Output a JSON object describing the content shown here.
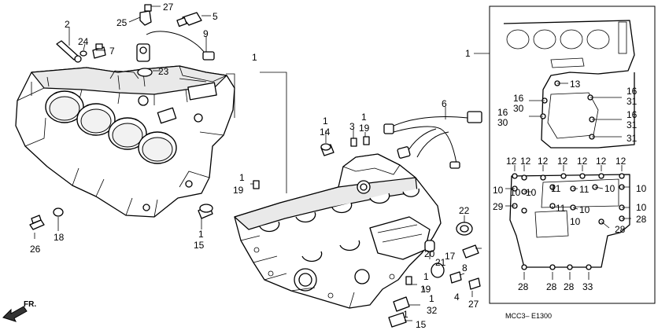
{
  "labels": {
    "l1a": "1",
    "l1b": "1",
    "l1c": "1",
    "l1d": "1",
    "l1e": "1",
    "l1f": "1",
    "l1g": "1",
    "l2": "2",
    "l3": "3",
    "l4": "4",
    "l5": "5",
    "l6": "6",
    "l7": "7",
    "l8": "8",
    "l9": "9",
    "l10a": "10",
    "l10b": "10",
    "l10c": "10",
    "l10d": "10",
    "l10e": "10",
    "l10f": "10",
    "l10g": "10",
    "l10h": "10",
    "l11a": "11",
    "l11b": "11",
    "l11c": "11",
    "l12a": "12",
    "l12b": "12",
    "l12c": "12",
    "l12d": "12",
    "l12e": "12",
    "l12f": "12",
    "l13": "13",
    "l14": "14",
    "l15a": "15",
    "l15b": "15",
    "l16a": "16",
    "l16b": "16",
    "l16c": "16",
    "l17": "17",
    "l18": "18",
    "l19a": "19",
    "l19b": "19",
    "l19c": "19",
    "l20": "20",
    "l21": "21",
    "l22": "22",
    "l23": "23",
    "l24": "24",
    "l25": "25",
    "l26": "26",
    "l27a": "27",
    "l27b": "27",
    "l28a": "28",
    "l28b": "28",
    "l28c": "28",
    "l28d": "28",
    "l28e": "28",
    "l29": "29",
    "l30a": "30",
    "l30b": "30",
    "l31a": "31",
    "l31b": "31",
    "l31c": "31",
    "l32": "32",
    "l33": "33"
  },
  "direction_label": "FR.",
  "diagram_code": "MCC3– E1300"
}
